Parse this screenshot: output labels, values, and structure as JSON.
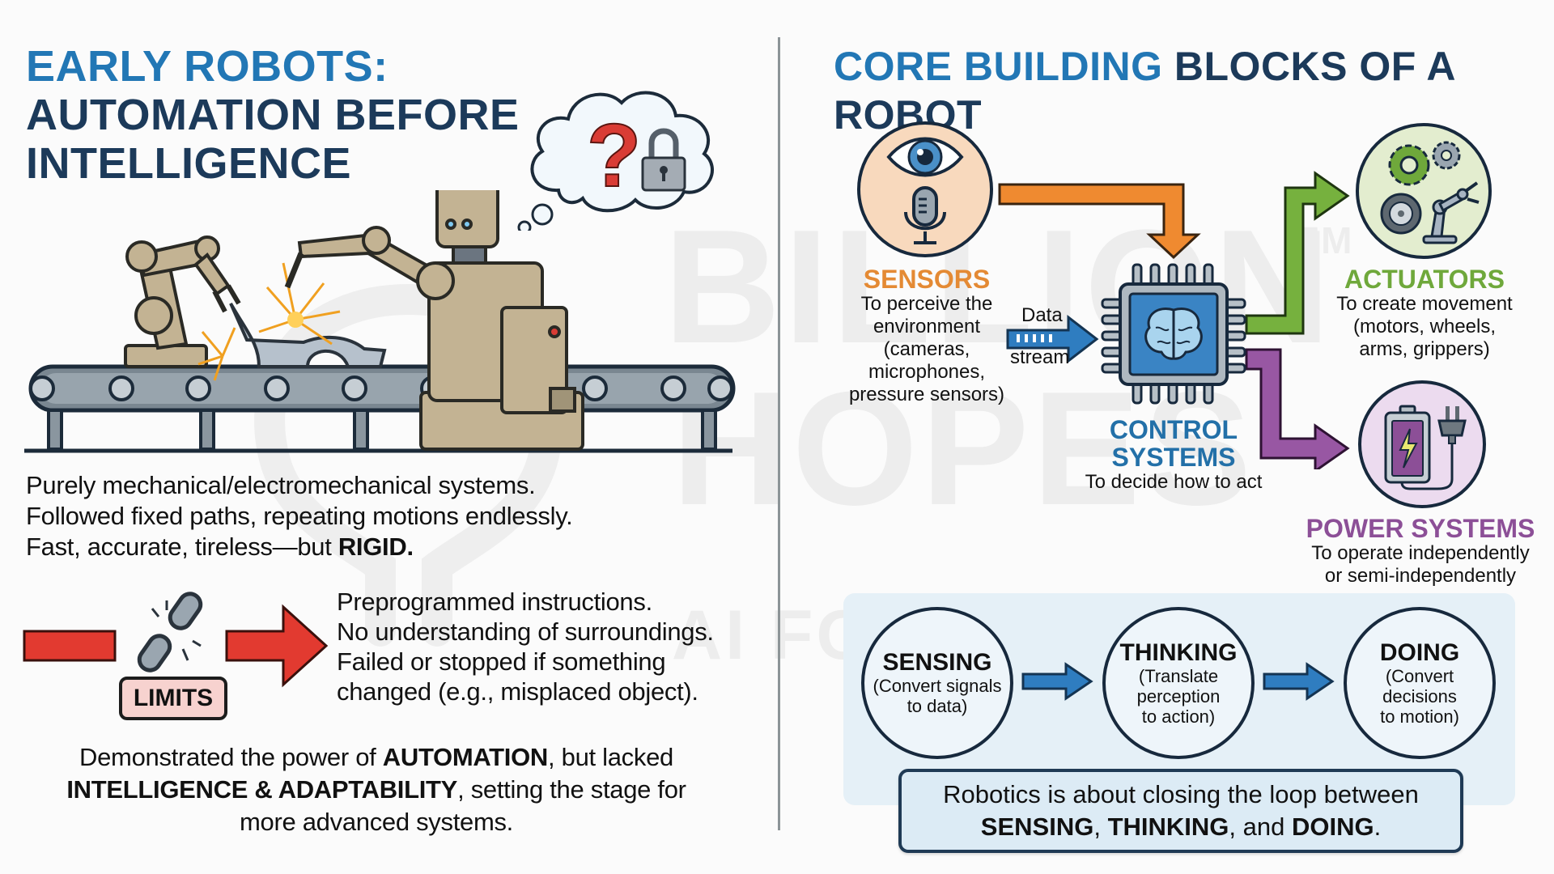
{
  "watermark": {
    "line1": "BILLION",
    "line2": "HOPES",
    "line3": "AI FOR REAL IMPACT",
    "trademark": "TM"
  },
  "left_panel": {
    "title": {
      "line1": "EARLY ROBOTS:",
      "line2": "AUTOMATION BEFORE",
      "line3": "INTELLIGENCE"
    },
    "illustration": {
      "thought_symbol": "?",
      "icons": [
        "robotic-arm-icon",
        "car-body-icon",
        "welding-sparks-icon",
        "humanoid-robot-icon",
        "conveyor-belt-icon",
        "thought-bubble-icon",
        "question-mark-icon",
        "padlock-icon"
      ]
    },
    "characteristics": [
      {
        "text": "Purely mechanical/electromechanical systems.",
        "bold": ""
      },
      {
        "text": "Followed fixed paths, repeating motions endlessly.",
        "bold": ""
      },
      {
        "text": "Fast, accurate, tireless—but ",
        "bold": "RIGID."
      }
    ],
    "limits": {
      "badge": "LIMITS",
      "items": [
        "Preprogrammed instructions.",
        "No understanding of surroundings.",
        "Failed or stopped if something",
        "changed (e.g., misplaced object)."
      ]
    },
    "conclusion": {
      "p1": "Demonstrated the power of ",
      "b1": "AUTOMATION",
      "p2": ", but lacked",
      "b2": "INTELLIGENCE & ADAPTABILITY",
      "p3": ", setting the stage for",
      "p4": "more advanced systems."
    }
  },
  "right_panel": {
    "title": {
      "accent": "CORE BUILDING",
      "rest": "BLOCKS OF A ROBOT"
    },
    "components": {
      "sensors": {
        "title": "SENSORS",
        "desc": [
          "To perceive the",
          "environment",
          "(cameras,",
          "microphones,",
          "pressure sensors)"
        ],
        "color": "#e48a34"
      },
      "control": {
        "title_line1": "CONTROL",
        "title_line2": "SYSTEMS",
        "desc": "To decide how to act",
        "color": "#2370a8"
      },
      "actuators": {
        "title": "ACTUATORS",
        "desc": [
          "To create movement",
          "(motors, wheels,",
          "arms, grippers)"
        ],
        "color": "#6fa83b"
      },
      "power": {
        "title": "POWER SYSTEMS",
        "desc": [
          "To operate independently",
          "or semi-independently"
        ],
        "color": "#8c4f97"
      }
    },
    "data_stream": {
      "label_top": "Data",
      "label_bottom": "stream"
    },
    "loop": [
      {
        "title": "SENSING",
        "desc": [
          "(Convert signals",
          "to data)"
        ]
      },
      {
        "title": "THINKING",
        "desc": [
          "(Translate",
          "perception",
          "to action)"
        ]
      },
      {
        "title": "DOING",
        "desc": [
          "(Convert",
          "decisions",
          "to motion)"
        ]
      }
    ],
    "summary": {
      "line1": "Robotics is about closing the loop between",
      "b1": "SENSING",
      "sep1": ", ",
      "b2": "THINKING",
      "sep2": ", and ",
      "b3": "DOING",
      "end": "."
    }
  }
}
